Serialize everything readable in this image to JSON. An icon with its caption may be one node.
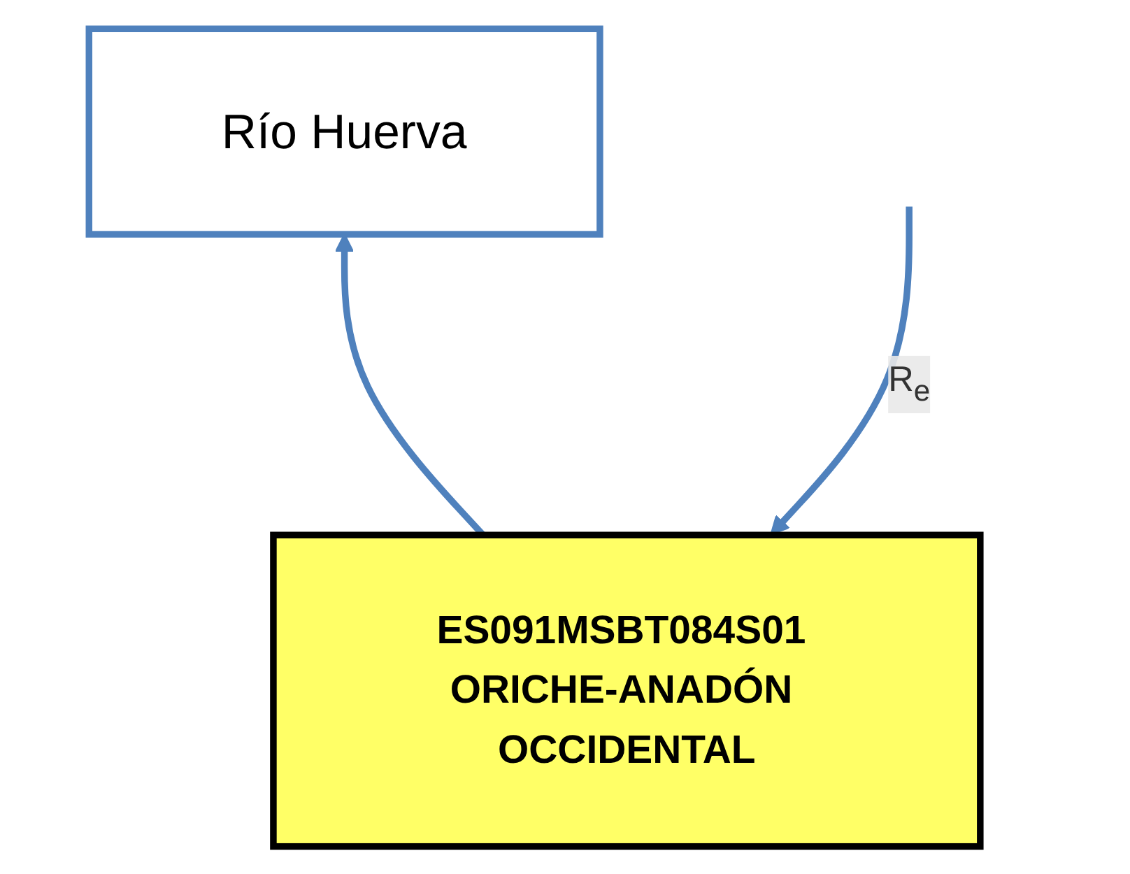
{
  "diagram": {
    "nodes": [
      {
        "text": [
          "Río Huerva"
        ]
      },
      {
        "text": [
          "ES091MSBT084S01 ORICHE-ANADÓN OCCIDENTAL"
        ]
      }
    ],
    "edges": [
      {
        "from": 1,
        "to": 0,
        "arrow": "to"
      },
      {
        "from": null,
        "to": 1,
        "arrow": "to",
        "label": "R$_{e}$"
      }
    ]
  }
}
